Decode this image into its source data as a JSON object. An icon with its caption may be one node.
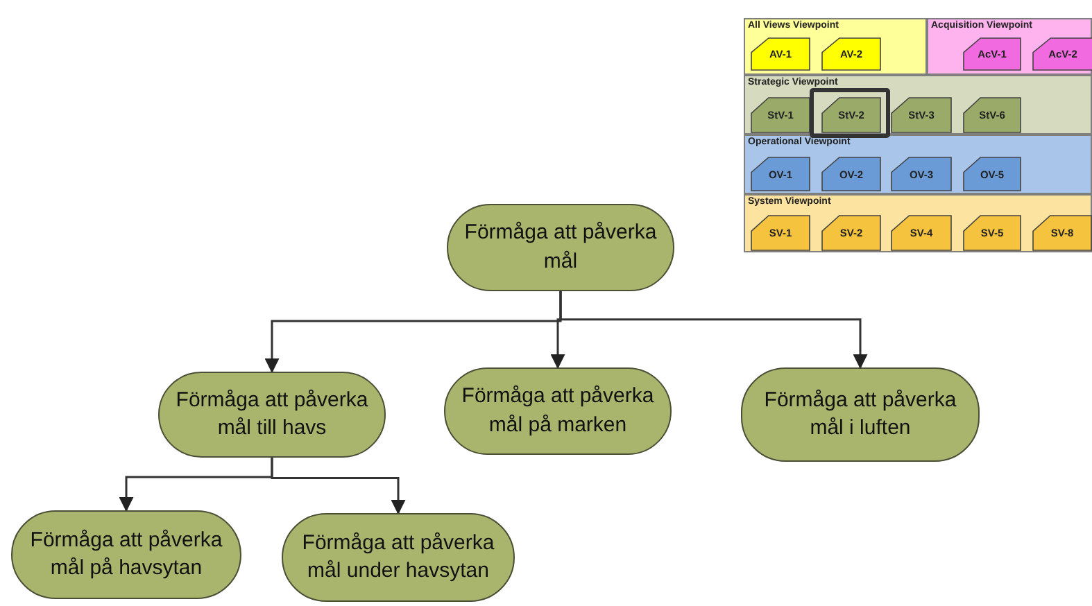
{
  "diagram": {
    "nodes": [
      {
        "text": [
          "All Views Viewpoint"
        ]
      },
      {
        "text": [
          "AV-1"
        ],
        "in": 0
      },
      {
        "text": [
          "AV-2"
        ],
        "in": 0
      },
      {
        "text": [
          "Acquisition Viewpoint"
        ]
      },
      {
        "text": [
          "AcV-1"
        ],
        "in": 3
      },
      {
        "text": [
          "AcV-2"
        ],
        "in": 3
      },
      {
        "text": [
          "Strategic Viewpoint"
        ]
      },
      {
        "text": [
          "StV-1"
        ],
        "in": 6
      },
      {
        "text": [
          "StV-2"
        ],
        "in": 6
      },
      {
        "text": [
          "StV-3"
        ],
        "in": 6
      },
      {
        "text": [
          "StV-6"
        ],
        "in": 6
      },
      {
        "text": [
          "Operational Viewpoint"
        ]
      },
      {
        "text": [
          "OV-1"
        ],
        "in": 11
      },
      {
        "text": [
          "OV-2"
        ],
        "in": 11
      },
      {
        "text": [
          "OV-3"
        ],
        "in": 11
      },
      {
        "text": [
          "OV-5"
        ],
        "in": 11
      },
      {
        "text": [
          "System Viewpoint"
        ]
      },
      {
        "text": [
          "SV-1"
        ],
        "in": 16
      },
      {
        "text": [
          "SV-2"
        ],
        "in": 16
      },
      {
        "text": [
          "SV-4"
        ],
        "in": 16
      },
      {
        "text": [
          "SV-5"
        ],
        "in": 16
      },
      {
        "text": [
          "SV-8"
        ],
        "in": 16
      },
      {
        "text": [
          "Förmåga att påverka mål"
        ]
      },
      {
        "text": [
          "Förmåga att påverka mål till havs"
        ]
      },
      {
        "text": [
          "Förmåga att påverka mål på marken"
        ]
      },
      {
        "text": [
          "Förmåga att påverka mål i luften"
        ]
      },
      {
        "text": [
          "Förmåga att påverka mål på havsytan"
        ]
      },
      {
        "text": [
          "Förmåga att påverka mål under havsytan"
        ]
      }
    ],
    "edges": [
      {
        "from": 22,
        "to": 23,
        "arrow": "to"
      },
      {
        "from": 22,
        "to": 24,
        "arrow": "to"
      },
      {
        "from": 22,
        "to": 25,
        "arrow": "to"
      },
      {
        "from": 23,
        "to": 26,
        "arrow": "to"
      },
      {
        "from": 23,
        "to": 27,
        "arrow": "to"
      }
    ]
  }
}
